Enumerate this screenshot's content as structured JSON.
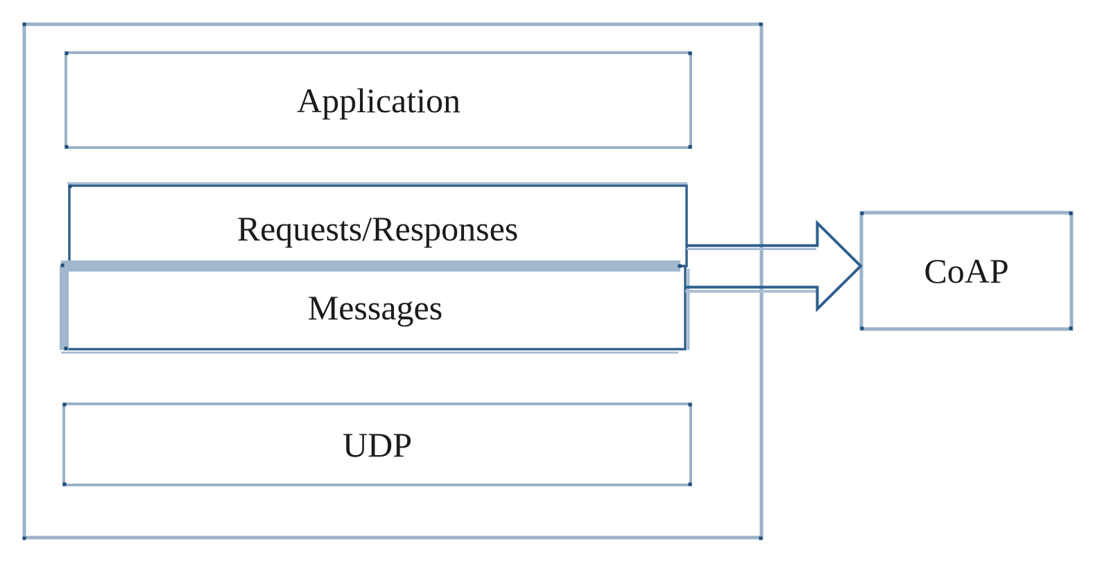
{
  "diagram": {
    "description": "CoAP protocol stack diagram",
    "layers": [
      {
        "id": "application",
        "label": "Application"
      },
      {
        "id": "requests-responses",
        "label": "Requests/Responses"
      },
      {
        "id": "messages",
        "label": "Messages"
      },
      {
        "id": "udp",
        "label": "UDP"
      }
    ],
    "callout": {
      "id": "coap",
      "label": "CoAP"
    },
    "connector": {
      "type": "block-arrow",
      "from": [
        "Requests/Responses",
        "Messages"
      ],
      "to": "CoAP",
      "direction": "right"
    },
    "colors": {
      "light_border": "#9bb2c9",
      "band_fill": "#a0b7cd",
      "dark_border": "#35618c",
      "arrow_stroke": "#2d5f8e",
      "handle_dot": "#1f4c79",
      "text": "#1b1b1b",
      "background": "#ffffff"
    }
  }
}
